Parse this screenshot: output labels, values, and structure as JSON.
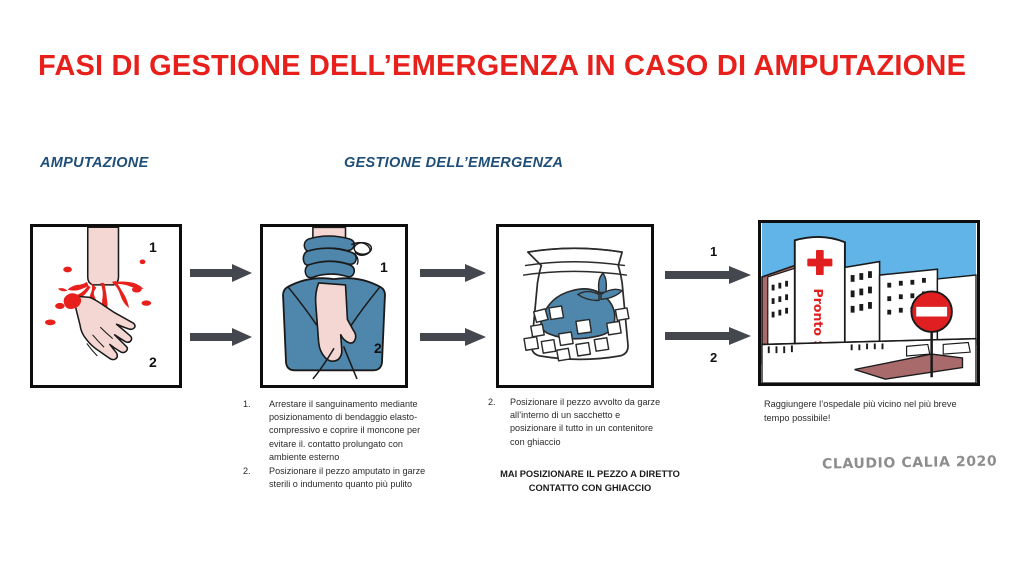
{
  "title": "FASI DI GESTIONE DELL’EMERGENZA IN CASO DI AMPUTAZIONE",
  "headings": {
    "amputation": "AMPUTAZIONE",
    "management": "GESTIONE DELL’EMERGENZA"
  },
  "colors": {
    "title_red": "#E8201C",
    "heading_blue": "#1F4E79",
    "cloth_blue": "#4E86AC",
    "sky_blue": "#60B4E8",
    "blood_red": "#E8201C",
    "arrow_gray": "#44474D",
    "panel_border": "#0d0d0d",
    "skin": "#F4D7D2",
    "signature_gray": "#8d8d8d"
  },
  "panels": [
    {
      "id": "panel1",
      "name": "bleeding-amputated-limb",
      "labels": [
        "1",
        "2"
      ],
      "description": "Braccio amputato sanguinante e mano recisa"
    },
    {
      "id": "panel2",
      "name": "bandaged-stump-and-wrapped-part",
      "labels": [
        "1",
        "2"
      ],
      "description": "Moncone bendato e pezzo amputato avvolto in garze"
    },
    {
      "id": "panel3",
      "name": "bag-with-ice",
      "labels": [],
      "description": "Sacchetto con pezzo avvolto e ghiaccio"
    },
    {
      "id": "panel4",
      "name": "hospital-emergency-room",
      "labels": [],
      "sign_text": "Pronto Soccorso",
      "description": "Ospedale / pronto soccorso"
    }
  ],
  "arrows": [
    {
      "name": "arrow-1-top",
      "label": ""
    },
    {
      "name": "arrow-1-bottom",
      "label": ""
    },
    {
      "name": "arrow-2-top",
      "label": ""
    },
    {
      "name": "arrow-2-bottom",
      "label": ""
    },
    {
      "name": "arrow-3-top",
      "label": "1"
    },
    {
      "name": "arrow-3-bottom",
      "label": "2"
    }
  ],
  "captions": {
    "block1": [
      {
        "marker": "1.",
        "text": "Arrestare il sanguinamento mediante posizionamento di bendaggio elasto-compressivo e coprire il moncone per evitare il. contatto prolungato con ambiente esterno"
      },
      {
        "marker": "2.",
        "text": "Posizionare il pezzo amputato in garze sterili o indumento quanto più pulito"
      }
    ],
    "block2": [
      {
        "marker": "2.",
        "text": "Posizionare il pezzo avvolto da garze all’interno di un sacchetto e posizionare il tutto in un contenitore con ghiaccio"
      }
    ],
    "warning": "MAI POSIZIONARE IL PEZZO A DIRETTO CONTATTO CON GHIACCIO",
    "block4": "Raggiungere l’ospedale più vicino nel più breve tempo possibile!"
  },
  "signature": "CLAUDIO CALIA 2020"
}
